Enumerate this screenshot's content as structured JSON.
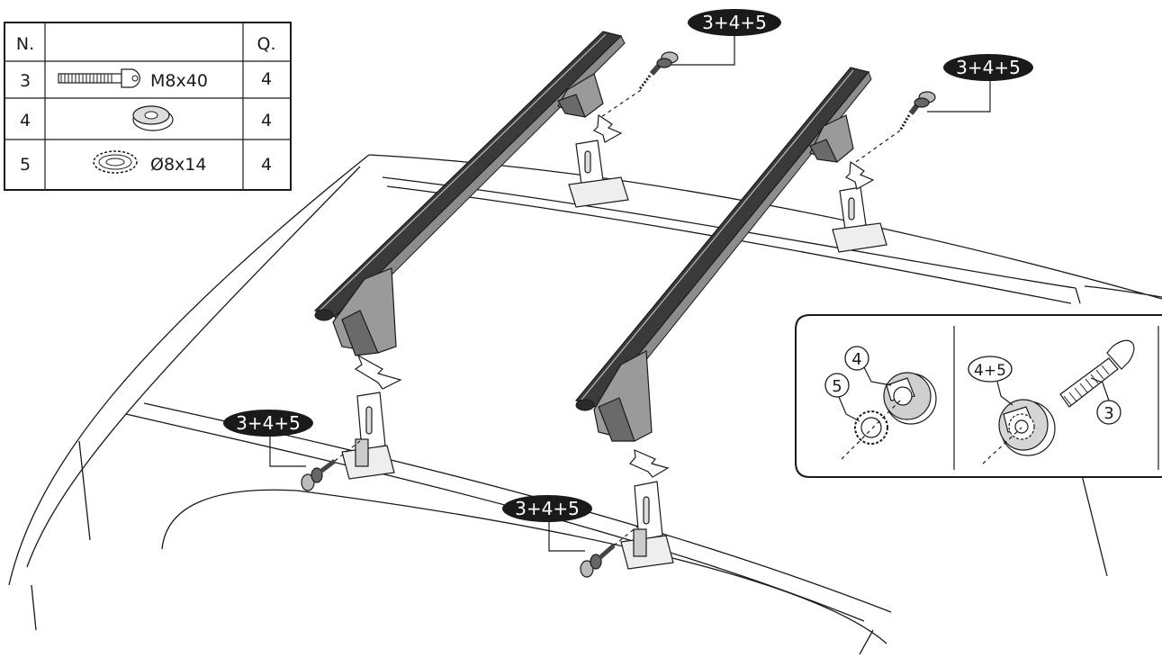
{
  "parts_table": {
    "header_number": "N.",
    "header_part": "",
    "header_quantity": "Q.",
    "rows": [
      {
        "number": "3",
        "part_label": "M8x40",
        "quantity": "4",
        "icon": "bolt-icon"
      },
      {
        "number": "4",
        "part_label": "",
        "quantity": "4",
        "icon": "spacer-washer-icon"
      },
      {
        "number": "5",
        "part_label": "Ø8x14",
        "quantity": "4",
        "icon": "toothed-lock-washer-icon"
      }
    ]
  },
  "callouts": {
    "front_left_top": "3+4+5",
    "front_right_top": "3+4+5",
    "rear_left": "3+4+5",
    "rear_right": "3+4+5"
  },
  "detail_inset": {
    "washer_number": "4",
    "lock_washer_number": "5",
    "assembly_number": "4+5",
    "bolt_number": "3"
  },
  "colors": {
    "line": "#1a1a1a",
    "bar_dark": "#3a3a3a",
    "bar_light": "#8c8c8c",
    "foot_grey": "#9a9a9a",
    "callout_bg": "#1a1a1a",
    "callout_text": "#ffffff"
  }
}
